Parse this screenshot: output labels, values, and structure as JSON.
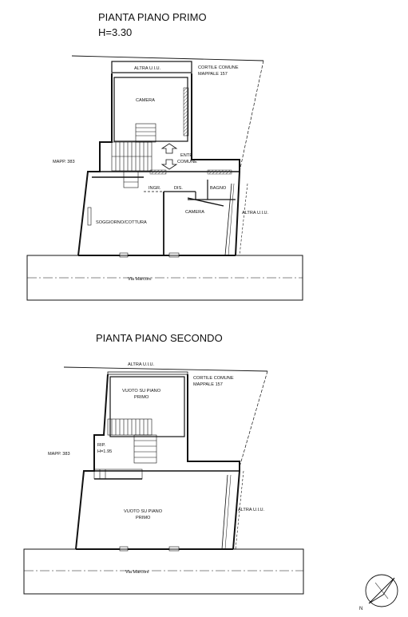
{
  "first_floor": {
    "title": "PIANTA PIANO PRIMO",
    "height": "H=3.30",
    "labels": {
      "altra_uiu_top": "ALTRA U.I.U.",
      "cortile_1": "CORTILE COMUNE",
      "cortile_2": "MAPPALE 157",
      "camera_top": "CAMERA",
      "ente_1": "ENTE",
      "ente_2": "COMUNE",
      "mapp": "MAPP. 383",
      "ingr": "INGR.",
      "dis": "DIS.",
      "bagno": "BAGNO",
      "soggiorno": "SOGGIORNO/COTTURA",
      "camera_bottom": "CAMERA",
      "altra_uiu_right": "ALTRA U.I.U.",
      "street": "Via Marconi"
    }
  },
  "second_floor": {
    "title": "PIANTA PIANO SECONDO",
    "labels": {
      "altra_uiu_top": "ALTRA U.I.U.",
      "cortile_1": "CORTILE COMUNE",
      "cortile_2": "MAPPALE 157",
      "vuoto_top_1": "VUOTO SU PIANO",
      "vuoto_top_2": "PRIMO",
      "rip_1": "RIP.",
      "rip_2": "H=1.95",
      "mapp": "MAPP. 383",
      "vuoto_bottom_1": "VUOTO SU PIANO",
      "vuoto_bottom_2": "PRIMO",
      "altra_uiu_right": "ALTRA U.I.U.",
      "street": "Via Marconi"
    }
  },
  "north_arrow": {
    "label": "N"
  }
}
